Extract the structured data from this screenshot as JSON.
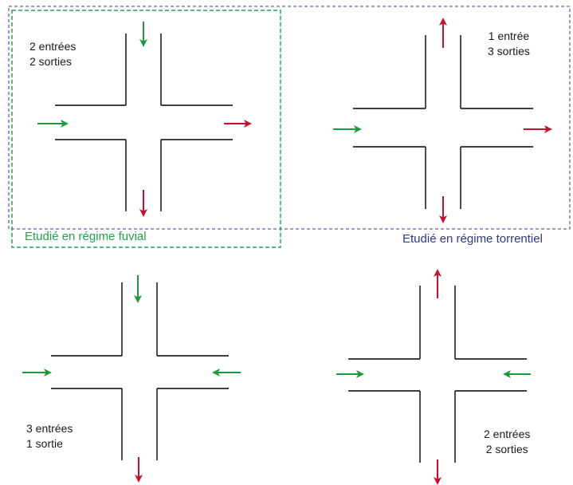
{
  "colors": {
    "inflow": "#1c9b3b",
    "outflow": "#c8102e",
    "box_green": "#1ea54a",
    "box_blue": "#3a3a9a",
    "wall": "#000000",
    "caption_green": "#1ea54a",
    "caption_blue": "#2b3a8f"
  },
  "panels": [
    {
      "id": "top-left",
      "label_line1": "2 entrées",
      "label_line2": "2 sorties"
    },
    {
      "id": "top-right",
      "label_line1": "1 entrée",
      "label_line2": "3 sorties"
    },
    {
      "id": "bottom-left",
      "label_line1": "3 entrées",
      "label_line2": "1 sortie"
    },
    {
      "id": "bottom-right",
      "label_line1": "2 entrées",
      "label_line2": "2 sorties"
    }
  ],
  "captions": {
    "fluvial": "Etudié en régime fuvial",
    "torrential": "Etudié en régime torrentiel"
  }
}
